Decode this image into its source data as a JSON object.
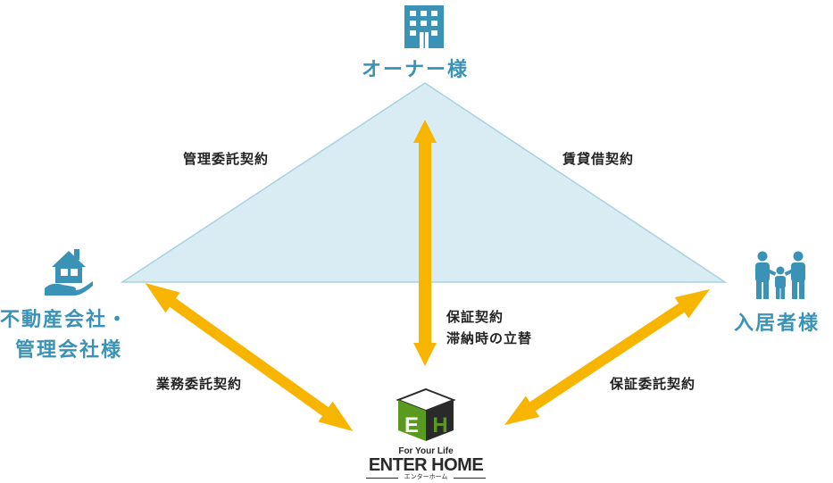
{
  "colors": {
    "node_text": "#3a93b6",
    "triangle_fill": "#d9ecf3",
    "triangle_stroke": "#a7d2e1",
    "arrow": "#f7b500",
    "logo_green": "#5a9b1f",
    "logo_dark": "#2a2a2a"
  },
  "nodes": {
    "owner": {
      "label": "オーナー様",
      "icon": "building-icon"
    },
    "agency": {
      "line1": "不動産会社・",
      "line2": "管理会社様",
      "icon": "house-hand-icon"
    },
    "tenant": {
      "label": "入居者様",
      "icon": "family-icon"
    }
  },
  "relations": {
    "management": "管理委託契約",
    "lease": "賃貸借契約",
    "guarantee_line1": "保証契約",
    "guarantee_line2": "滞納時の立替",
    "business": "業務委託契約",
    "guarantee_commission": "保証委託契約"
  },
  "logo": {
    "tagline": "For Your Life",
    "name": "ENTER HOME",
    "kana": "エンターホーム",
    "mark": "EH"
  }
}
